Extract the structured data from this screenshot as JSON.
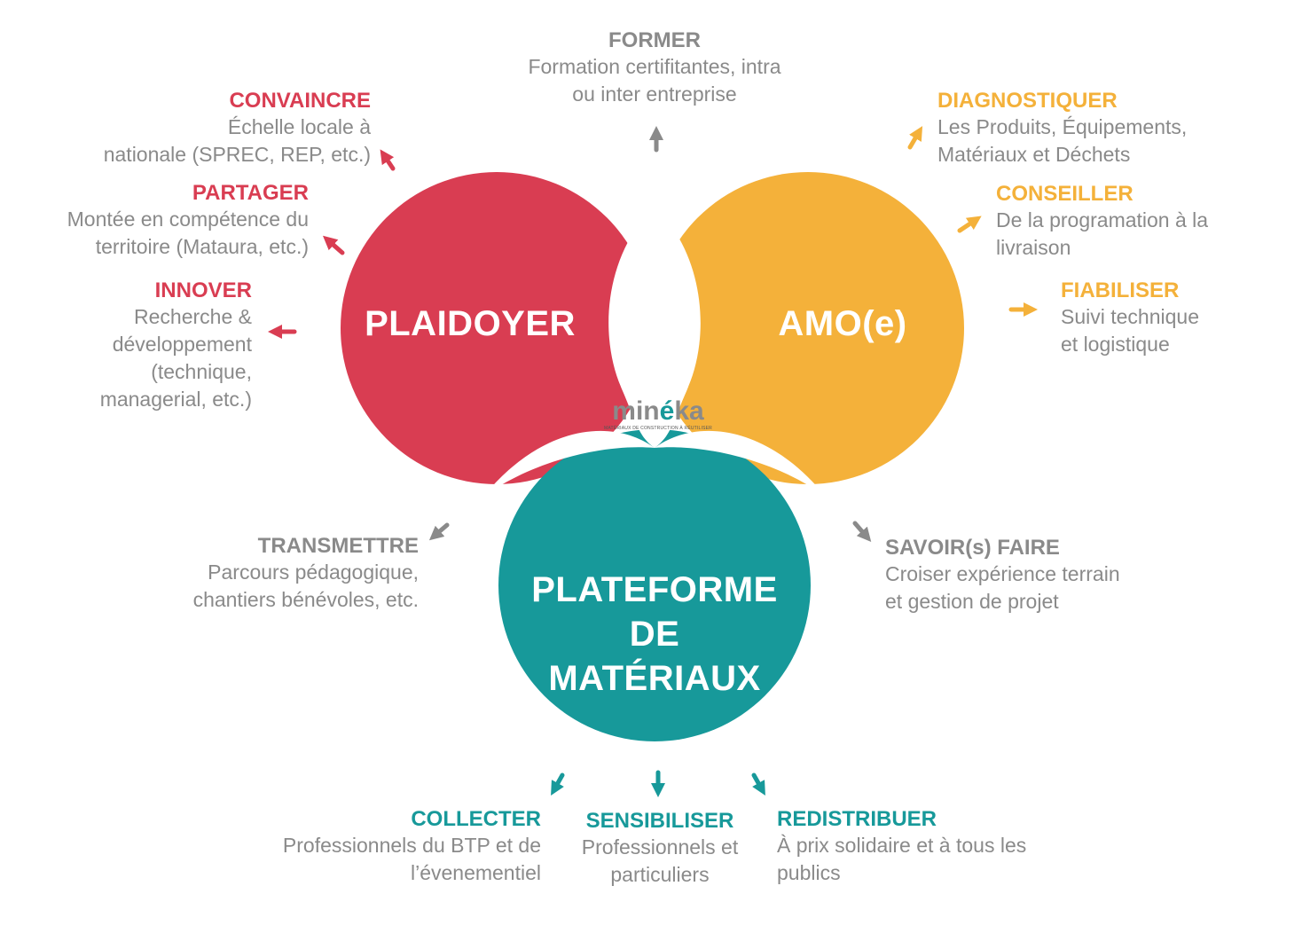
{
  "colors": {
    "red": "#d93d52",
    "yellow": "#f4b13a",
    "teal": "#17999a",
    "gray": "#8a8a8a"
  },
  "circles": {
    "plaidoyer": "PLAIDOYER",
    "amoe": "AMO(e)",
    "plateforme_line1": "PLATEFORME DE",
    "plateforme_line2": "MATÉRIAUX"
  },
  "logo": {
    "word_pre": "min",
    "word_accent": "é",
    "word_post": "ka",
    "tagline": "MATÉRIAUX DE CONSTRUCTION À RÉUTILISER"
  },
  "labels": {
    "former": {
      "title": "FORMER",
      "desc1": "Formation certifitantes, intra",
      "desc2": "ou inter entreprise"
    },
    "convaincre": {
      "title": "CONVAINCRE",
      "desc1": "Échelle locale à",
      "desc2": "nationale (SPREC, REP, etc.)"
    },
    "partager": {
      "title": "PARTAGER",
      "desc1": "Montée en compétence du",
      "desc2": "territoire (Mataura, etc.)"
    },
    "innover": {
      "title": "INNOVER",
      "desc1": "Recherche &",
      "desc2": "développement",
      "desc3": "(technique,",
      "desc4": "managerial, etc.)"
    },
    "diagnostiquer": {
      "title": "DIAGNOSTIQUER",
      "desc1": "Les Produits, Équipements,",
      "desc2": "Matériaux et Déchets"
    },
    "conseiller": {
      "title": "CONSEILLER",
      "desc1": "De la programation à la",
      "desc2": "livraison"
    },
    "fiabiliser": {
      "title": "FIABILISER",
      "desc1": "Suivi technique",
      "desc2": "et logistique"
    },
    "transmettre": {
      "title": "TRANSMETTRE",
      "desc1": "Parcours pédagogique,",
      "desc2": "chantiers bénévoles, etc."
    },
    "savoir_faire": {
      "title": "SAVOIR(s) FAIRE",
      "desc1": "Croiser expérience terrain",
      "desc2": "et gestion de projet"
    },
    "collecter": {
      "title": "COLLECTER",
      "desc1": "Professionnels du BTP et de",
      "desc2": "l’évenementiel"
    },
    "sensibiliser": {
      "title": "SENSIBILISER",
      "desc1": "Professionnels et",
      "desc2": "particuliers"
    },
    "redistribuer": {
      "title": "REDISTRIBUER",
      "desc1": "À prix solidaire et à tous les",
      "desc2": "publics"
    }
  },
  "arrows": [
    {
      "name": "arrow-former",
      "color": "#8a8a8a"
    },
    {
      "name": "arrow-convaincre",
      "color": "#d93d52"
    },
    {
      "name": "arrow-partager",
      "color": "#d93d52"
    },
    {
      "name": "arrow-innover",
      "color": "#d93d52"
    },
    {
      "name": "arrow-diagnostiquer",
      "color": "#f4b13a"
    },
    {
      "name": "arrow-conseiller",
      "color": "#f4b13a"
    },
    {
      "name": "arrow-fiabiliser",
      "color": "#f4b13a"
    },
    {
      "name": "arrow-transmettre",
      "color": "#8a8a8a"
    },
    {
      "name": "arrow-savoir-faire",
      "color": "#8a8a8a"
    },
    {
      "name": "arrow-collecter",
      "color": "#17999a"
    },
    {
      "name": "arrow-sensibiliser",
      "color": "#17999a"
    },
    {
      "name": "arrow-redistribuer",
      "color": "#17999a"
    }
  ]
}
